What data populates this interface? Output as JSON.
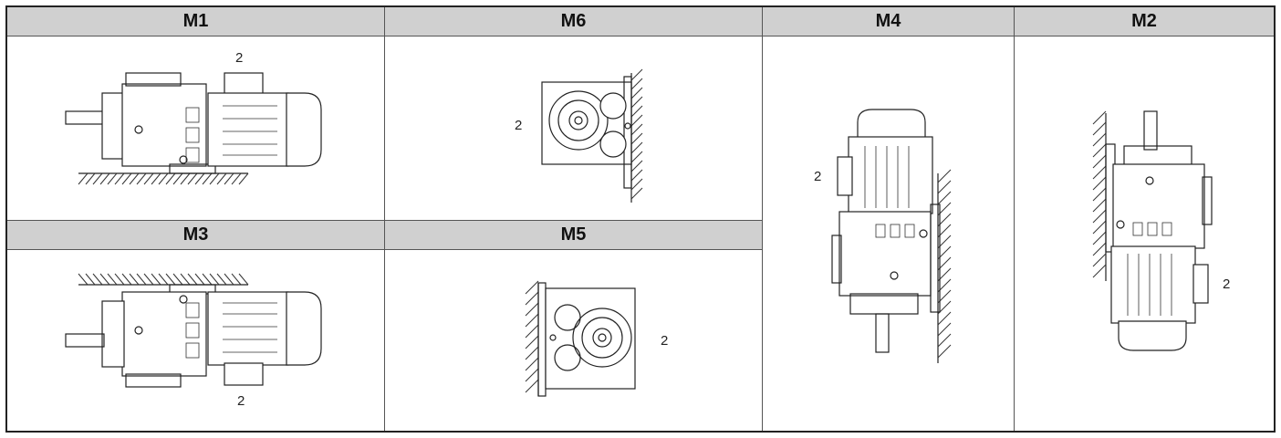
{
  "headers": {
    "m1": "M1",
    "m6": "M6",
    "m4": "M4",
    "m2": "M2",
    "m3": "M3",
    "m5": "M5"
  },
  "callouts": {
    "m1": "2",
    "m6": "2",
    "m4": "2",
    "m2": "2",
    "m3": "2",
    "m5": "2"
  }
}
